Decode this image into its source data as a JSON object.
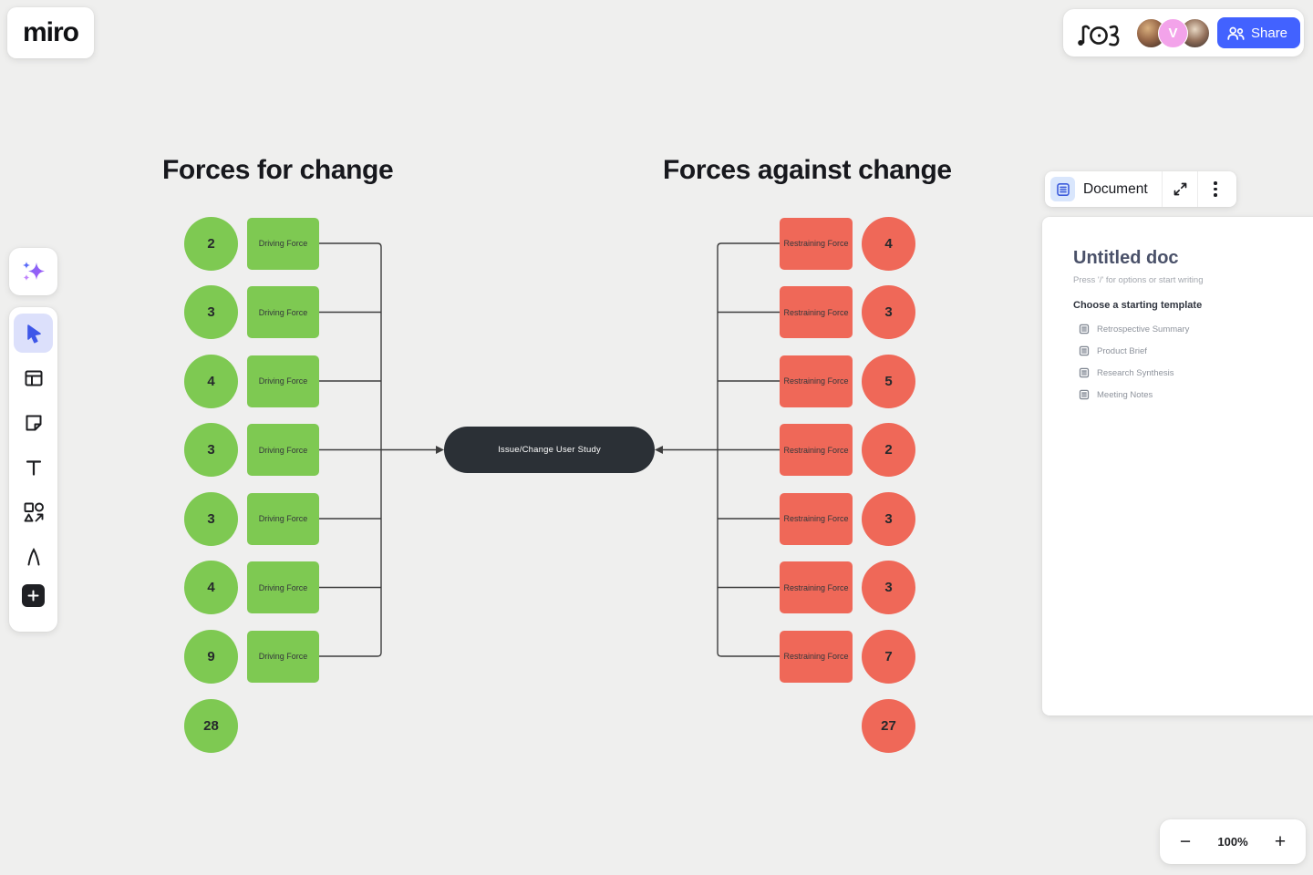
{
  "app": {
    "logo_text": "miro"
  },
  "topbar": {
    "share_label": "Share",
    "avatar_initial": "V"
  },
  "canvas": {
    "left_heading": "Forces for change",
    "right_heading": "Forces against change",
    "center_node_label": "Issue/Change User Study",
    "driving_label": "Driving Force",
    "restraining_label": "Restraining Force",
    "rows": [
      {
        "driving": "2",
        "restraining": "4"
      },
      {
        "driving": "3",
        "restraining": "3"
      },
      {
        "driving": "4",
        "restraining": "5"
      },
      {
        "driving": "3",
        "restraining": "2"
      },
      {
        "driving": "3",
        "restraining": "3"
      },
      {
        "driving": "4",
        "restraining": "3"
      },
      {
        "driving": "9",
        "restraining": "7"
      }
    ],
    "driving_total": "28",
    "restraining_total": "27"
  },
  "document_panel": {
    "header_label": "Document",
    "title": "Untitled doc",
    "hint": "Press '/' for options or start writing",
    "templates_heading": "Choose a starting template",
    "templates": [
      "Retrospective Summary",
      "Product Brief",
      "Research Synthesis",
      "Meeting Notes"
    ]
  },
  "zoom_controls": {
    "zoom_out": "−",
    "level": "100%",
    "zoom_in": "+"
  },
  "colors": {
    "canvas_bg": "#efefee",
    "green": "#7ec952",
    "red": "#ef6858",
    "node_dark": "#2b3036",
    "accent_blue": "#4262ff",
    "connector": "#3d3d3d"
  }
}
